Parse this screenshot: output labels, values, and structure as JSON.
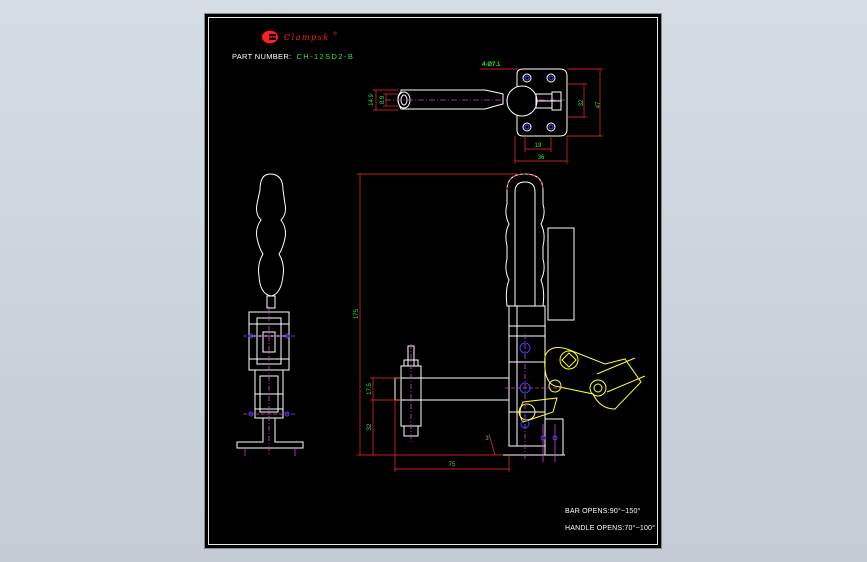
{
  "brand": {
    "name": "Clampsk",
    "mark": "®"
  },
  "part": {
    "label": "PART NUMBER:",
    "value": "CH-12SD2-B"
  },
  "notes": {
    "bar_opens": "BAR OPENS:90°~150°",
    "handle_opens": "HANDLE OPENS:70°~100°"
  },
  "dimensions": {
    "hole_callout": "4-Ø7.1",
    "top_height_outer": "47",
    "top_height_inner": "32",
    "top_width_inner": "19",
    "top_width_outer": "36",
    "bar_d1": "14.9",
    "bar_d2": "8.9",
    "total_height": "175",
    "spindle_height": "17.5",
    "base_height": "32",
    "reach": "75",
    "base_thickness": "3"
  },
  "colors": {
    "background": "#000000",
    "outline": "#ffffff",
    "dimension": "#ff2a2a",
    "text_dimension": "#34e234",
    "centerline": "#d040d0",
    "hole": "#4040ff",
    "linkage": "#ffff30",
    "frame": "#e8e8e8"
  }
}
